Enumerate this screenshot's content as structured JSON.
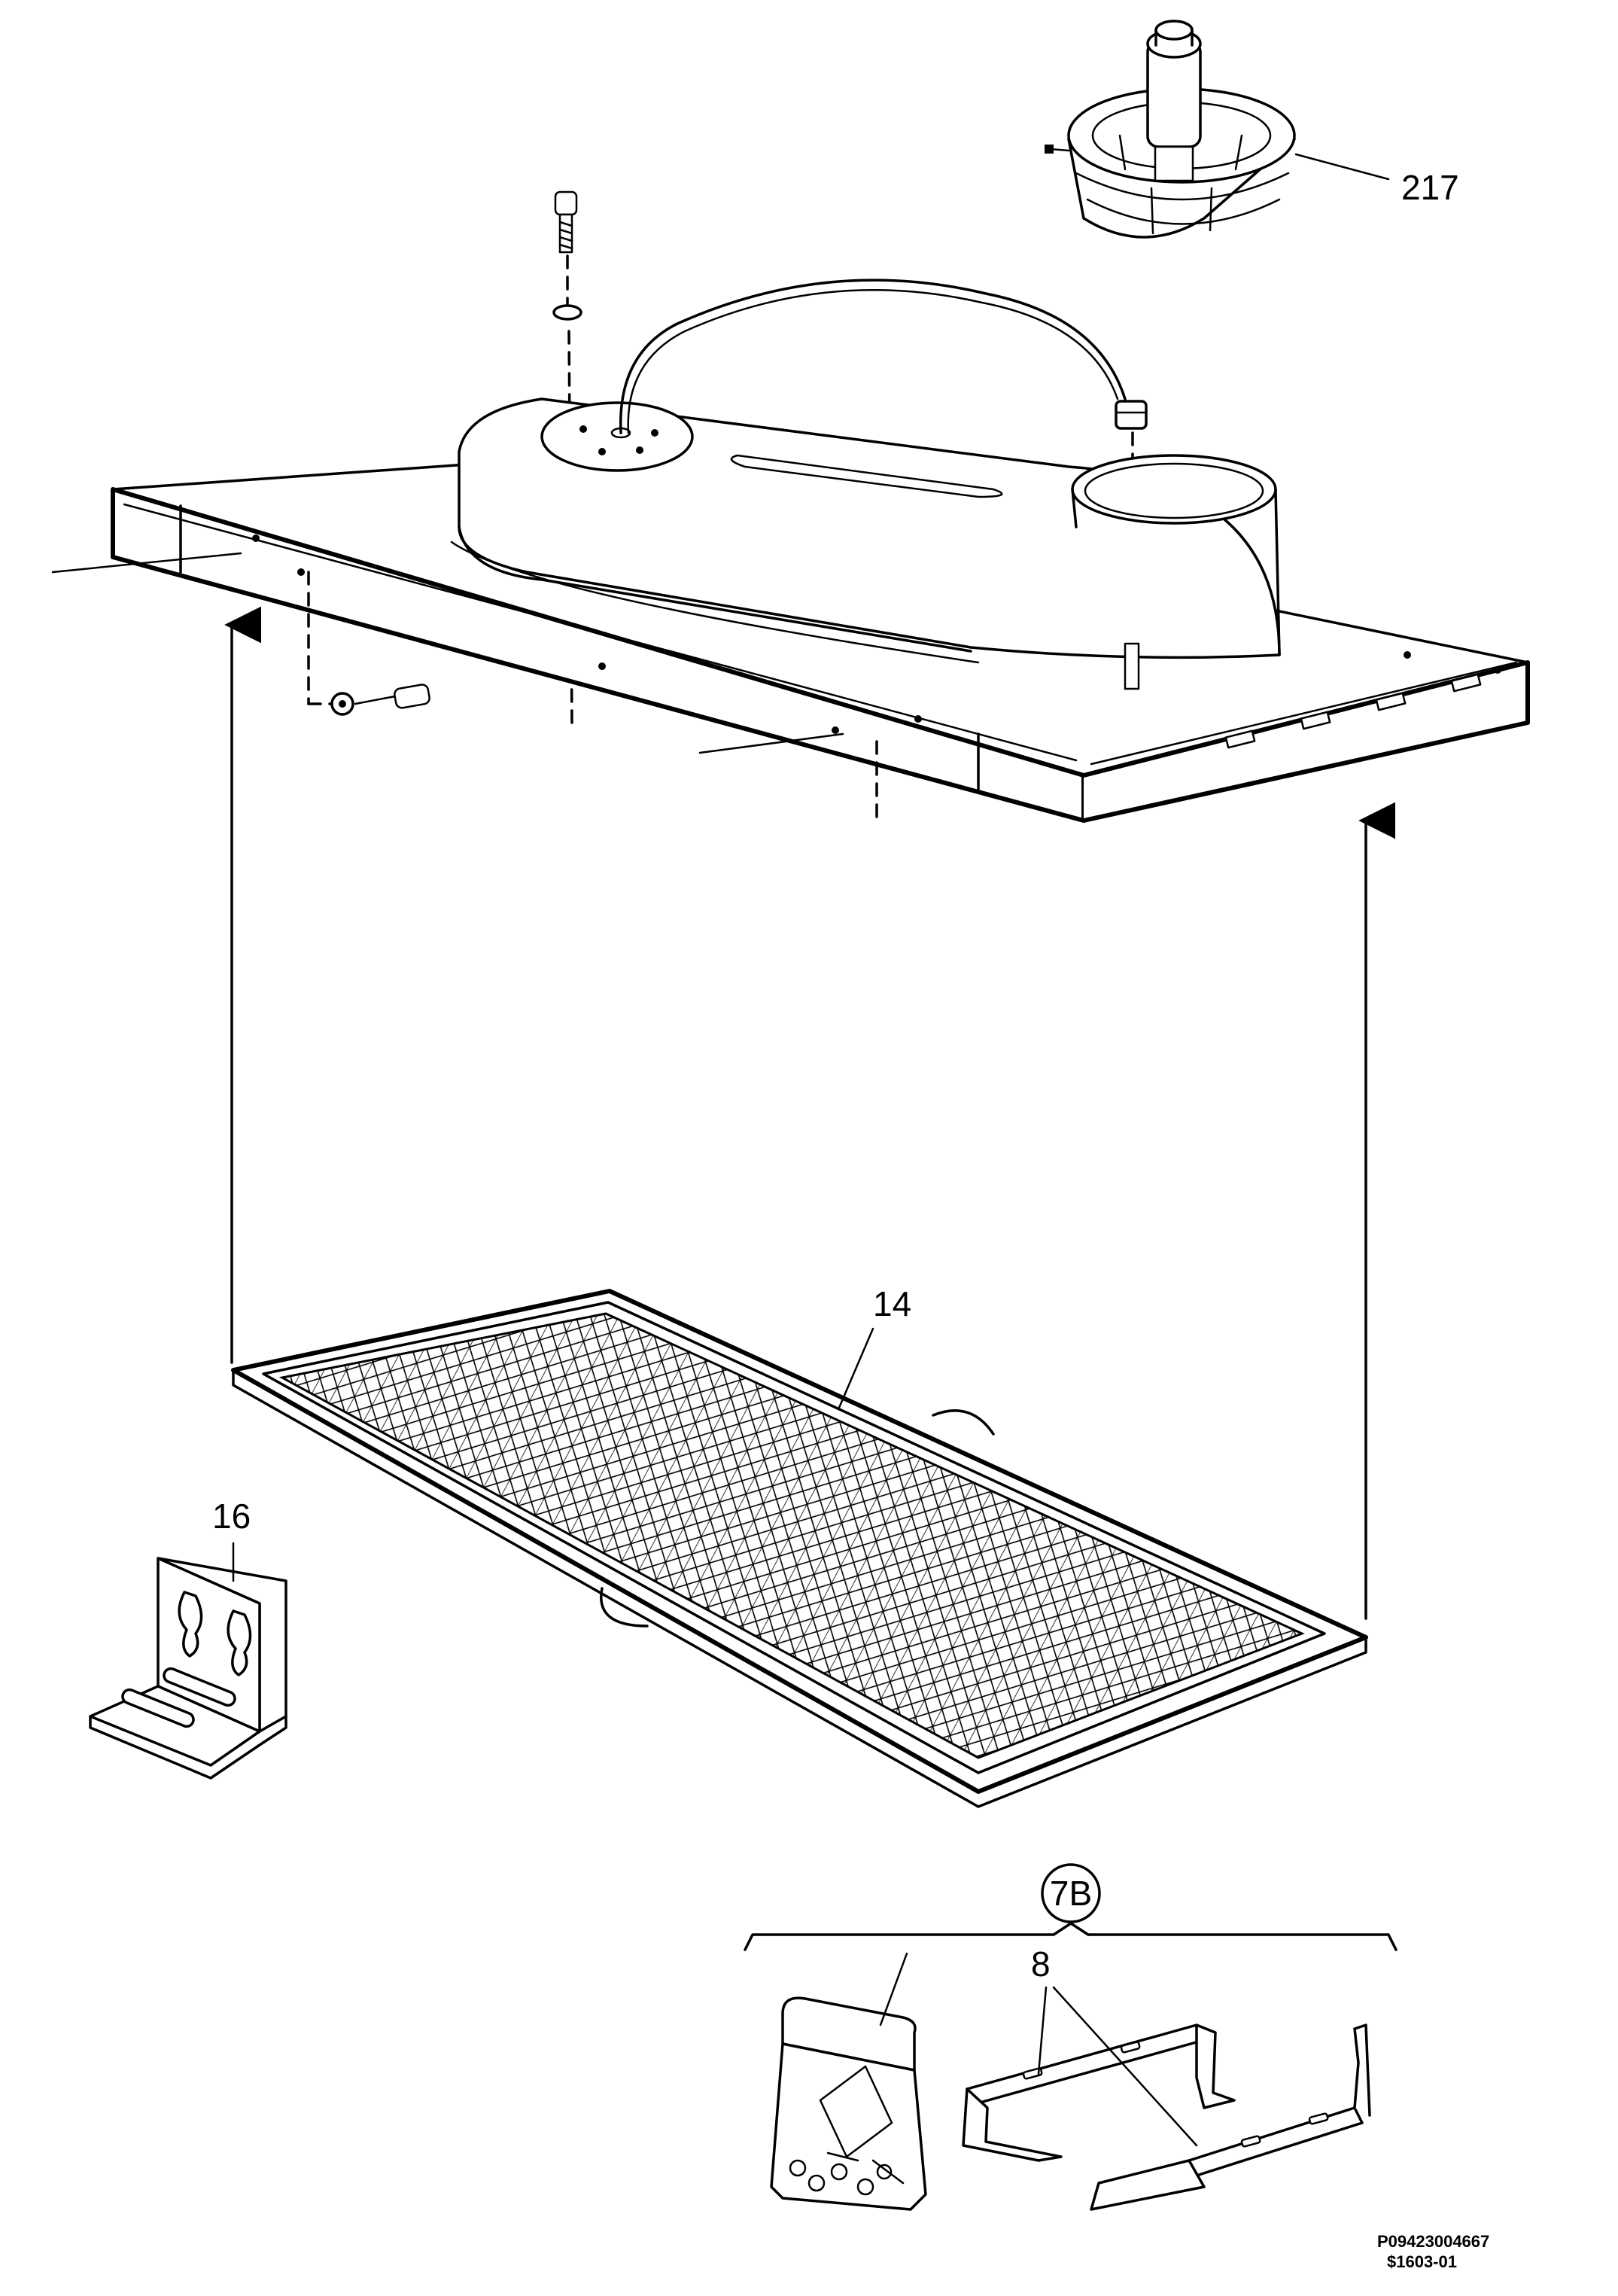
{
  "callouts": {
    "motor_knob": "217",
    "filter": "14",
    "bracket": "16",
    "kit": "7B",
    "clips": "8"
  },
  "footer": {
    "doc_number": "P09423004667",
    "revision": "$1603-01"
  },
  "colors": {
    "ink": "#000000",
    "paper": "#ffffff"
  }
}
